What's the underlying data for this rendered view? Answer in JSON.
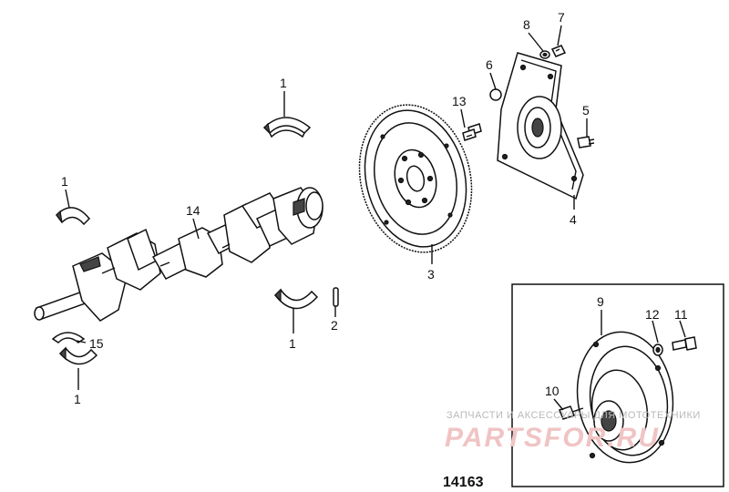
{
  "callouts": {
    "c1a": "1",
    "c1b": "1",
    "c1c": "1",
    "c1d": "1",
    "c2": "2",
    "c3": "3",
    "c4": "4",
    "c5": "5",
    "c6": "6",
    "c7": "7",
    "c8": "8",
    "c9": "9",
    "c10": "10",
    "c11": "11",
    "c12": "12",
    "c13": "13",
    "c14": "14",
    "c15": "15"
  },
  "figure_number": "14163",
  "watermark": {
    "line1": "ЗАПЧАСТИ И АКСЕССУАРЫ ДЛЯ МОТОТЕХНИКИ",
    "line2": "PARTSFOR.RU"
  }
}
